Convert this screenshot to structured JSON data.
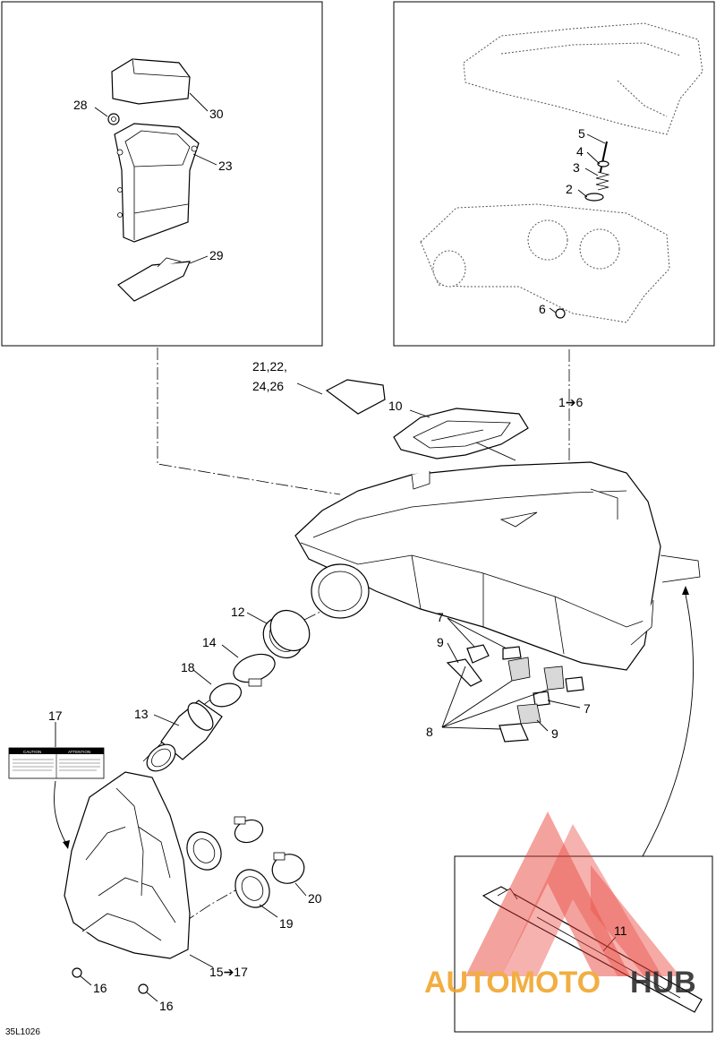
{
  "figure_id": "35L1026",
  "callouts": {
    "c1to6": "1➔6",
    "c2": "2",
    "c3": "3",
    "c4": "4",
    "c5": "5",
    "c6": "6",
    "c7a": "7",
    "c7b": "7",
    "c8": "8",
    "c9a": "9",
    "c9b": "9",
    "c10": "10",
    "c11": "11",
    "c12": "12",
    "c13": "13",
    "c14": "14",
    "c15to17": "15➔17",
    "c16a": "16",
    "c16b": "16",
    "c17": "17",
    "c18": "18",
    "c19": "19",
    "c20": "20",
    "c21_line1": "21,22,",
    "c21_line2": "24,26",
    "c23": "23",
    "c28": "28",
    "c29": "29",
    "c30": "30"
  },
  "warning_label": {
    "caution": "CAUTION",
    "attention": "ATTENTION"
  },
  "watermark": {
    "brand": "AUTOMOTOHUB",
    "colors": {
      "triangle": "#e8382f",
      "text_orange": "#f0a020",
      "text_dark": "#222222"
    }
  }
}
